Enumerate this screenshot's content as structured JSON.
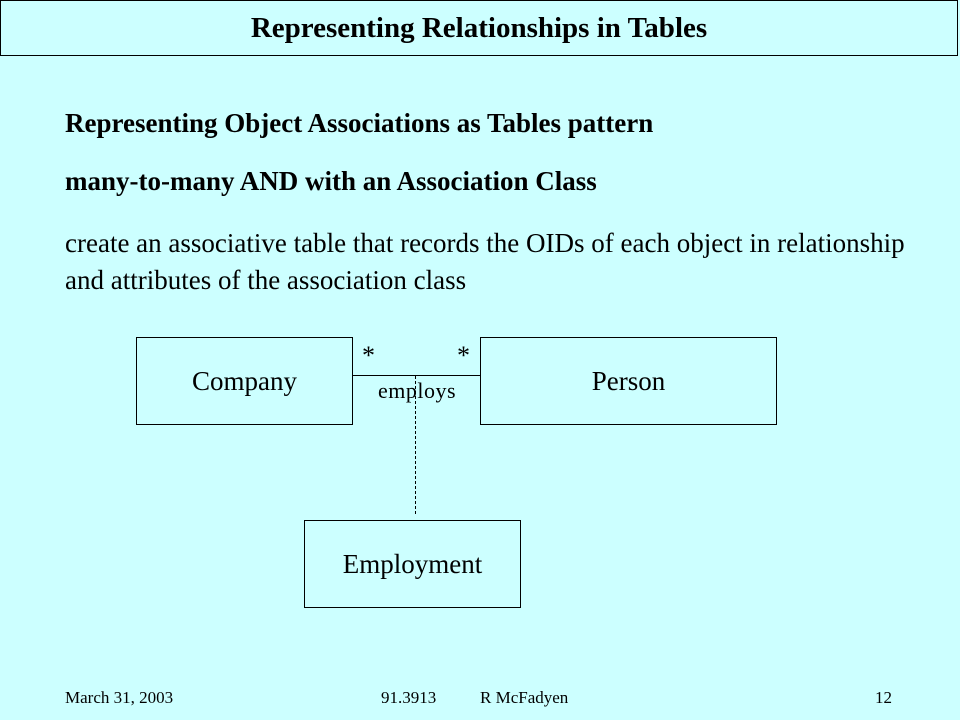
{
  "title": "Representing Relationships in Tables",
  "heading1": "Representing Object Associations as Tables pattern",
  "heading2": "many-to-many AND with an Association Class",
  "body": "create an associative table that records the OIDs of each object in relationship and attributes of the association class",
  "diagram": {
    "class_left": "Company",
    "class_right": "Person",
    "association_class": "Employment",
    "association_label": "employs",
    "multiplicity_left": "*",
    "multiplicity_right": "*"
  },
  "footer": {
    "date": "March 31, 2003",
    "course": "91.3913",
    "author": "R McFadyen",
    "page": "12"
  },
  "colors": {
    "background": "#ccffff",
    "text": "#000000"
  }
}
